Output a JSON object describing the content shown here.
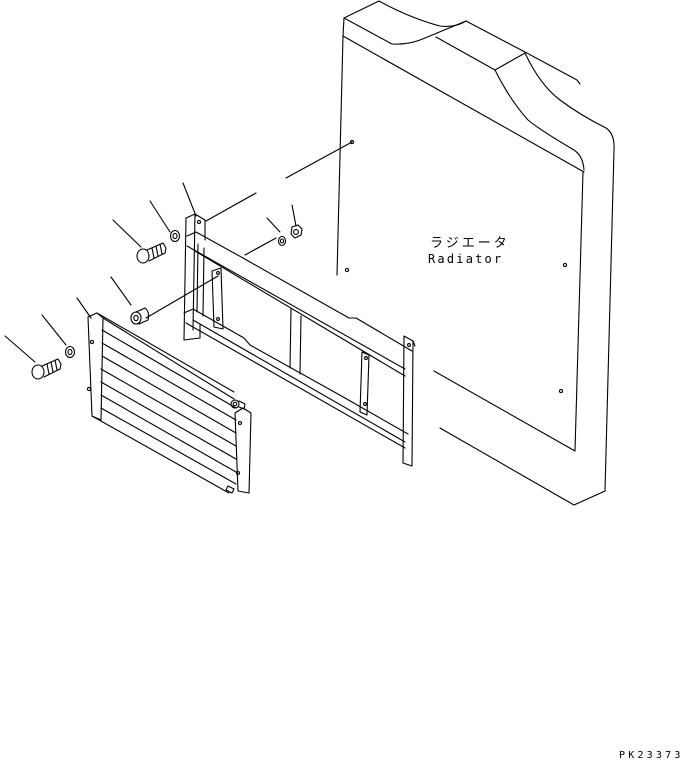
{
  "diagram": {
    "type": "exploded-parts-view",
    "line_color": "#000000",
    "background": "#ffffff"
  },
  "labels": {
    "radiator_jp": "ラジエータ",
    "radiator_en": "Radiator"
  },
  "drawing_code": "PK23373",
  "parts": [
    {
      "name": "radiator",
      "description": "radiator body (reference)"
    },
    {
      "name": "mounting-frame",
      "description": "bracket frame"
    },
    {
      "name": "oil-cooler",
      "description": "finned cooler core"
    },
    {
      "name": "bolt-upper",
      "description": "bolt"
    },
    {
      "name": "washer-upper",
      "description": "washer"
    },
    {
      "name": "washer-nut-side",
      "description": "washer"
    },
    {
      "name": "nut",
      "description": "nut"
    },
    {
      "name": "spacer",
      "description": "spacer / collar"
    },
    {
      "name": "bolt-lower",
      "description": "bolt"
    },
    {
      "name": "washer-lower",
      "description": "washer"
    }
  ]
}
